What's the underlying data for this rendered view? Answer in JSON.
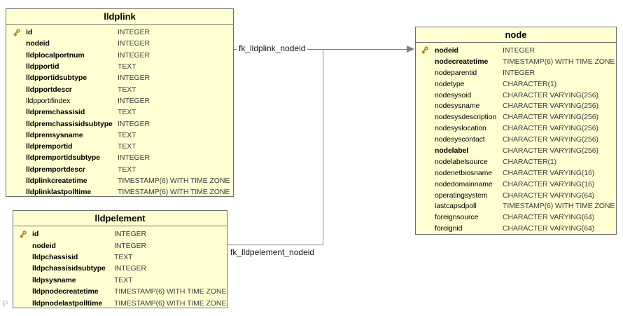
{
  "diagram": {
    "watermark": "P",
    "colors": {
      "table_fill": "#FFFFD2",
      "table_border": "#6E6E6E",
      "edge_line": "#808080",
      "key_icon_gold": "#D9A62E"
    },
    "relations": [
      {
        "label": "fk_lldplink_nodeid",
        "from": "lldplink",
        "to": "node"
      },
      {
        "label": "fk_lldpelement_nodeid",
        "from": "lldpelement",
        "to": "node"
      }
    ],
    "tables": [
      {
        "name": "lldplink",
        "columns": [
          {
            "name": "id",
            "type": "INTEGER",
            "key": true,
            "bold": true
          },
          {
            "name": "nodeid",
            "type": "INTEGER",
            "key": false,
            "bold": true
          },
          {
            "name": "lldplocalportnum",
            "type": "INTEGER",
            "key": false,
            "bold": true
          },
          {
            "name": "lldpportid",
            "type": "TEXT",
            "key": false,
            "bold": true
          },
          {
            "name": "lldpportidsubtype",
            "type": "INTEGER",
            "key": false,
            "bold": true
          },
          {
            "name": "lldpportdescr",
            "type": "TEXT",
            "key": false,
            "bold": true
          },
          {
            "name": "lldpportifindex",
            "type": "INTEGER",
            "key": false,
            "bold": false
          },
          {
            "name": "lldpremchassisid",
            "type": "TEXT",
            "key": false,
            "bold": true
          },
          {
            "name": "lldpremchassisidsubtype",
            "type": "INTEGER",
            "key": false,
            "bold": true
          },
          {
            "name": "lldpremsysname",
            "type": "TEXT",
            "key": false,
            "bold": true
          },
          {
            "name": "lldpremportid",
            "type": "TEXT",
            "key": false,
            "bold": true
          },
          {
            "name": "lldpremportidsubtype",
            "type": "INTEGER",
            "key": false,
            "bold": true
          },
          {
            "name": "lldpremportdescr",
            "type": "TEXT",
            "key": false,
            "bold": true
          },
          {
            "name": "lldplinkcreatetime",
            "type": "TIMESTAMP(6) WITH TIME ZONE",
            "key": false,
            "bold": true
          },
          {
            "name": "lldplinklastpolltime",
            "type": "TIMESTAMP(6) WITH TIME ZONE",
            "key": false,
            "bold": true
          }
        ]
      },
      {
        "name": "lldpelement",
        "columns": [
          {
            "name": "id",
            "type": "INTEGER",
            "key": true,
            "bold": true
          },
          {
            "name": "nodeid",
            "type": "INTEGER",
            "key": false,
            "bold": true
          },
          {
            "name": "lldpchassisid",
            "type": "TEXT",
            "key": false,
            "bold": true
          },
          {
            "name": "lldpchassisidsubtype",
            "type": "INTEGER",
            "key": false,
            "bold": true
          },
          {
            "name": "lldpsysname",
            "type": "TEXT",
            "key": false,
            "bold": true
          },
          {
            "name": "lldpnodecreatetime",
            "type": "TIMESTAMP(6) WITH TIME ZONE",
            "key": false,
            "bold": true
          },
          {
            "name": "lldpnodelastpolltime",
            "type": "TIMESTAMP(6) WITH TIME ZONE",
            "key": false,
            "bold": true
          }
        ]
      },
      {
        "name": "node",
        "columns": [
          {
            "name": "nodeid",
            "type": "INTEGER",
            "key": true,
            "bold": true
          },
          {
            "name": "nodecreatetime",
            "type": "TIMESTAMP(6) WITH TIME ZONE",
            "key": false,
            "bold": true
          },
          {
            "name": "nodeparentid",
            "type": "INTEGER",
            "key": false,
            "bold": false
          },
          {
            "name": "nodetype",
            "type": "CHARACTER(1)",
            "key": false,
            "bold": false
          },
          {
            "name": "nodesysoid",
            "type": "CHARACTER VARYING(256)",
            "key": false,
            "bold": false
          },
          {
            "name": "nodesysname",
            "type": "CHARACTER VARYING(256)",
            "key": false,
            "bold": false
          },
          {
            "name": "nodesysdescription",
            "type": "CHARACTER VARYING(256)",
            "key": false,
            "bold": false
          },
          {
            "name": "nodesyslocation",
            "type": "CHARACTER VARYING(256)",
            "key": false,
            "bold": false
          },
          {
            "name": "nodesyscontact",
            "type": "CHARACTER VARYING(256)",
            "key": false,
            "bold": false
          },
          {
            "name": "nodelabel",
            "type": "CHARACTER VARYING(256)",
            "key": false,
            "bold": true
          },
          {
            "name": "nodelabelsource",
            "type": "CHARACTER(1)",
            "key": false,
            "bold": false
          },
          {
            "name": "nodenetbiosname",
            "type": "CHARACTER VARYING(16)",
            "key": false,
            "bold": false
          },
          {
            "name": "nodedomainname",
            "type": "CHARACTER VARYING(16)",
            "key": false,
            "bold": false
          },
          {
            "name": "operatingsystem",
            "type": "CHARACTER VARYING(64)",
            "key": false,
            "bold": false
          },
          {
            "name": "lastcapsdpoll",
            "type": "TIMESTAMP(6) WITH TIME ZONE",
            "key": false,
            "bold": false
          },
          {
            "name": "foreignsource",
            "type": "CHARACTER VARYING(64)",
            "key": false,
            "bold": false
          },
          {
            "name": "foreignid",
            "type": "CHARACTER VARYING(64)",
            "key": false,
            "bold": false
          }
        ]
      }
    ]
  }
}
